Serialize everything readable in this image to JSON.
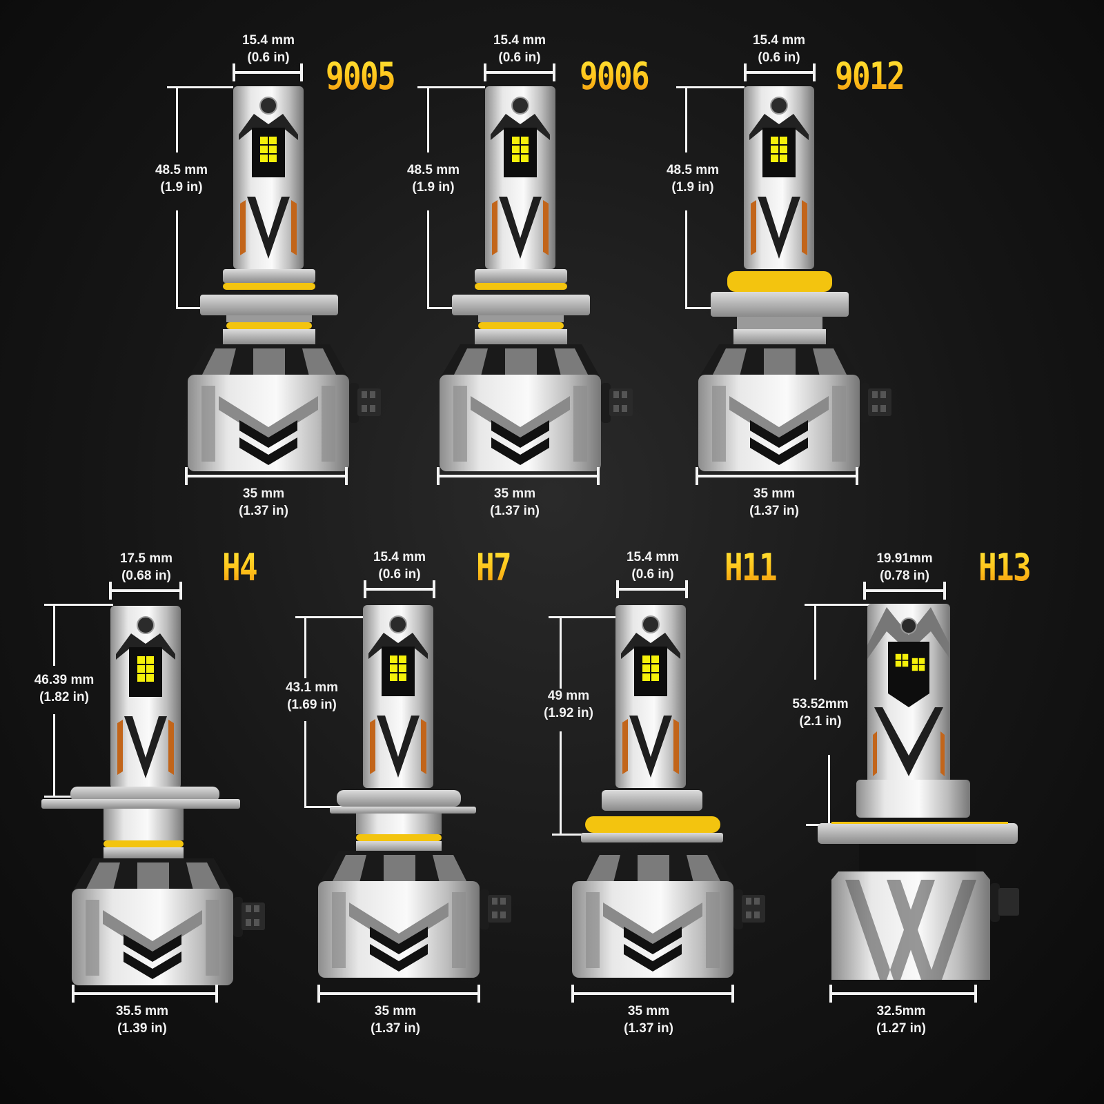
{
  "diagram": {
    "subject": "LED headlight bulb sizes",
    "colors": {
      "model_label": "#ffc21a",
      "dimension_text": "#f2f2f2",
      "led_chip": "#f5f00a",
      "accent_ring": "#f3c40f",
      "background": "#141414"
    },
    "bulbs": [
      {
        "model": "9005",
        "top_width": "15.4 mm",
        "top_width_in": "(0.6 in)",
        "height": "48.5 mm",
        "height_in": "(1.9 in)",
        "base_width": "35 mm",
        "base_width_in": "(1.37 in)"
      },
      {
        "model": "9006",
        "top_width": "15.4 mm",
        "top_width_in": "(0.6 in)",
        "height": "48.5 mm",
        "height_in": "(1.9 in)",
        "base_width": "35 mm",
        "base_width_in": "(1.37 in)"
      },
      {
        "model": "9012",
        "top_width": "15.4 mm",
        "top_width_in": "(0.6 in)",
        "height": "48.5 mm",
        "height_in": "(1.9 in)",
        "base_width": "35 mm",
        "base_width_in": "(1.37 in)"
      },
      {
        "model": "H4",
        "top_width": "17.5 mm",
        "top_width_in": "(0.68 in)",
        "height": "46.39 mm",
        "height_in": "(1.82 in)",
        "base_width": "35.5 mm",
        "base_width_in": "(1.39 in)"
      },
      {
        "model": "H7",
        "top_width": "15.4 mm",
        "top_width_in": "(0.6 in)",
        "height": "43.1 mm",
        "height_in": "(1.69 in)",
        "base_width": "35 mm",
        "base_width_in": "(1.37 in)"
      },
      {
        "model": "H11",
        "top_width": "15.4 mm",
        "top_width_in": "(0.6 in)",
        "height": "49 mm",
        "height_in": "(1.92 in)",
        "base_width": "35 mm",
        "base_width_in": "(1.37 in)"
      },
      {
        "model": "H13",
        "top_width": "19.91mm",
        "top_width_in": "(0.78 in)",
        "height": "53.52mm",
        "height_in": "(2.1 in)",
        "base_width": "32.5mm",
        "base_width_in": "(1.27 in)"
      }
    ]
  }
}
